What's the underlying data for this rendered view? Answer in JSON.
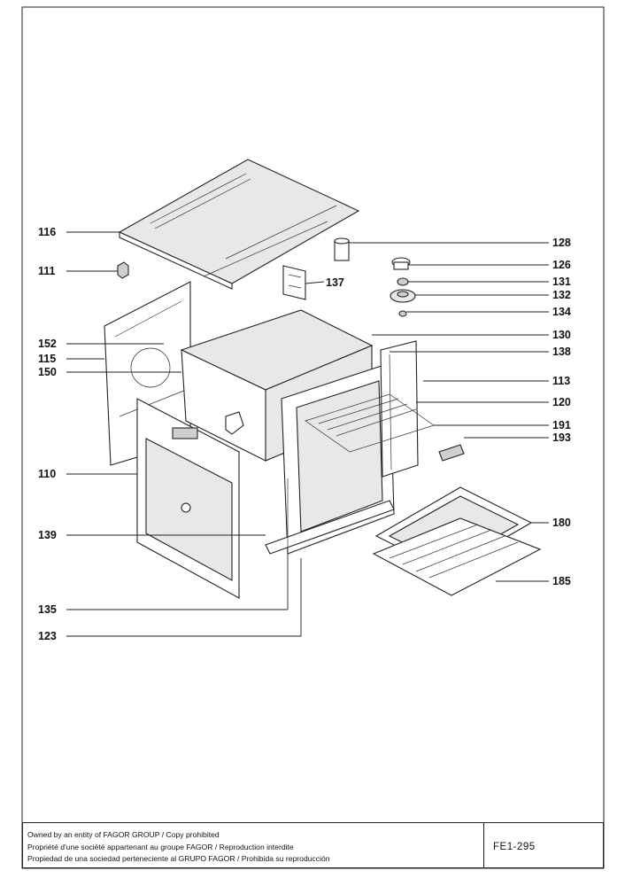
{
  "diagram": {
    "labels": {
      "l116": "116",
      "l111": "111",
      "l137": "137",
      "l128": "128",
      "l126": "126",
      "l131": "131",
      "l132": "132",
      "l134": "134",
      "l152": "152",
      "l115": "115",
      "l150": "150",
      "l130": "130",
      "l138": "138",
      "l113": "113",
      "l120": "120",
      "l191": "191",
      "l193": "193",
      "l110": "110",
      "l180": "180",
      "l139": "139",
      "l185": "185",
      "l135": "135",
      "l123": "123"
    }
  },
  "footer": {
    "line1": "Owned by an entity of FAGOR GROUP / Copy prohibited",
    "line2": "Propriété d'une société appartenant au groupe FAGOR / Reproduction interdite",
    "line3": "Propiedad de una sociedad perteneciente al GRUPO FAGOR / Prohibida su reproducción",
    "code": "FE1-295"
  }
}
